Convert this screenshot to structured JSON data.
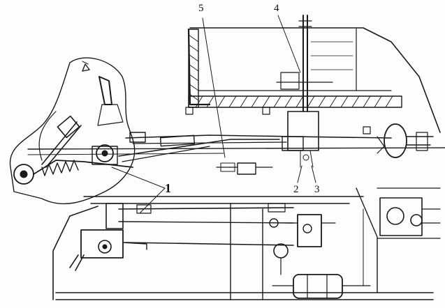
{
  "diagram": {
    "callouts": [
      {
        "id": "callout-1",
        "text": "1"
      },
      {
        "id": "callout-2",
        "text": "2"
      },
      {
        "id": "callout-3",
        "text": "3"
      },
      {
        "id": "callout-4",
        "text": "4"
      },
      {
        "id": "callout-5",
        "text": "5"
      }
    ],
    "colors": {
      "ink": "#1a1a1a",
      "paper": "#fdfdfd"
    }
  }
}
